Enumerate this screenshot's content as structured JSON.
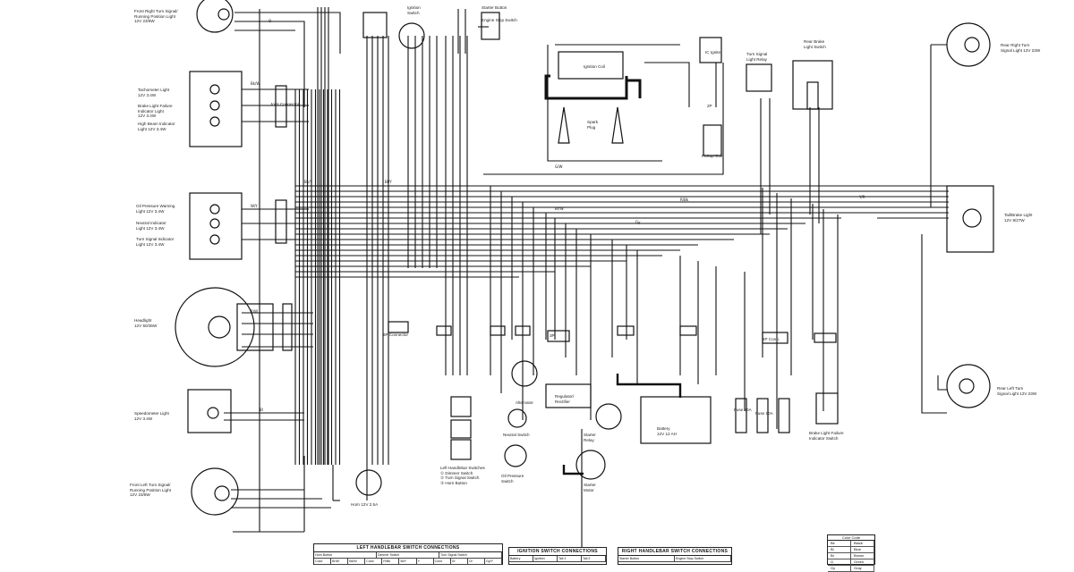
{
  "labels": {
    "front_right_turn": "Front Right Turn Signal/\nRunning Position Light\n12V 23/8W",
    "tacho_light": "Tachometer Light\n12V 3.4W",
    "brake_fail_ind": "Brake Light Failure\nIndicator Light\n12V 3.4W",
    "high_beam_ind": "High Beam Indicator\nLight 12V 3.4W",
    "oil_pressure_warn": "Oil Pressure Warning\nLight 12V 3.4W",
    "neutral_ind": "Neutral Indicator\nLight 12V 3.4W",
    "turn_ind": "Turn Signal Indicator\nLight 12V 3.4W",
    "headlight": "Headlight\n12V 50/35W",
    "speedo_light": "Speedometer Light\n12V 3.4W",
    "front_left_turn": "Front Left Turn Signal/\nRunning Position Light\n12V 23/8W",
    "horn": "Horn 12V 2.5A",
    "ignition_switch": "Ignition\nSwitch",
    "starter_button": "Starter Button",
    "engine_stop": "Engine Stop Switch",
    "ignition_coil": "Ignition Coil",
    "spark_plug": "Spark\nPlug",
    "ic_igniter": "IC Igniter",
    "pickup_coil": "Pickup Coil",
    "turn_relay": "Turn Signal\nLight Relay",
    "rear_brake_sw": "Rear Brake\nLight Switch",
    "rear_right_turn": "Rear Right Turn\nSignal Light 12V 23W",
    "tail_brake": "Tail/Brake Light\n12V 8/27W",
    "rear_left_turn": "Rear Left Turn\nSignal Light 12V 23W",
    "brake_fail_sw": "Brake Light Failure\nIndicator Switch",
    "left_handlebar": "Left Handlebar Switches\n① Dimmer Switch\n② Turn Signal Switch\n③ Horn Button",
    "alternator": "Alternator",
    "regulator": "Regulator/\nRectifier",
    "neutral_switch": "Neutral Switch",
    "oil_pressure_sw": "Oil Pressure\nSwitch",
    "starter_relay": "Starter\nRelay",
    "battery": "Battery\n12V 12 AH",
    "starter_motor": "Starter\nMotor",
    "fuse_20a": "Fuse 20A",
    "fuse_10a": "Fuse 10A",
    "joint_connector": "Joint Connector",
    "connector_6p": "6P Connector",
    "connector_4p": "4P Conn.",
    "connector_2p": "2P",
    "connector_3p": "3P"
  },
  "left_table": {
    "title": "LEFT HANDLEBAR SWITCH CONNECTIONS",
    "groups": [
      "Horn Button",
      "Dimmer Switch",
      "Turn Signal Switch"
    ],
    "header": [
      "Color",
      "Br/W",
      "Bk/W",
      "Color",
      "R/Bk",
      "Bl/Y",
      "Y",
      "Color",
      "Gr",
      "Or",
      "Gy/Y"
    ]
  },
  "ign_table": {
    "title": "IGNITION SWITCH CONNECTIONS",
    "header": [
      "Battery",
      "Ignition",
      "Tail 1",
      "Tail 2"
    ]
  },
  "right_table": {
    "title": "RIGHT HANDLEBAR SWITCH CONNECTIONS",
    "groups": [
      "Starter Button",
      "Engine Stop Switch"
    ]
  },
  "color_code": {
    "title": "Color Code",
    "rows": [
      [
        "Bk",
        "Black"
      ],
      [
        "Bl",
        "Blue"
      ],
      [
        "Br",
        "Brown"
      ],
      [
        "G",
        "Green"
      ],
      [
        "Gy",
        "Gray"
      ]
    ]
  },
  "wire_tags": [
    "Bk/Y",
    "Bl/Y",
    "Br/W",
    "Gy",
    "R/Bk",
    "Y/R",
    "G/W",
    "O",
    "Bk/W",
    "W/Y",
    "R/W",
    "Bl"
  ]
}
